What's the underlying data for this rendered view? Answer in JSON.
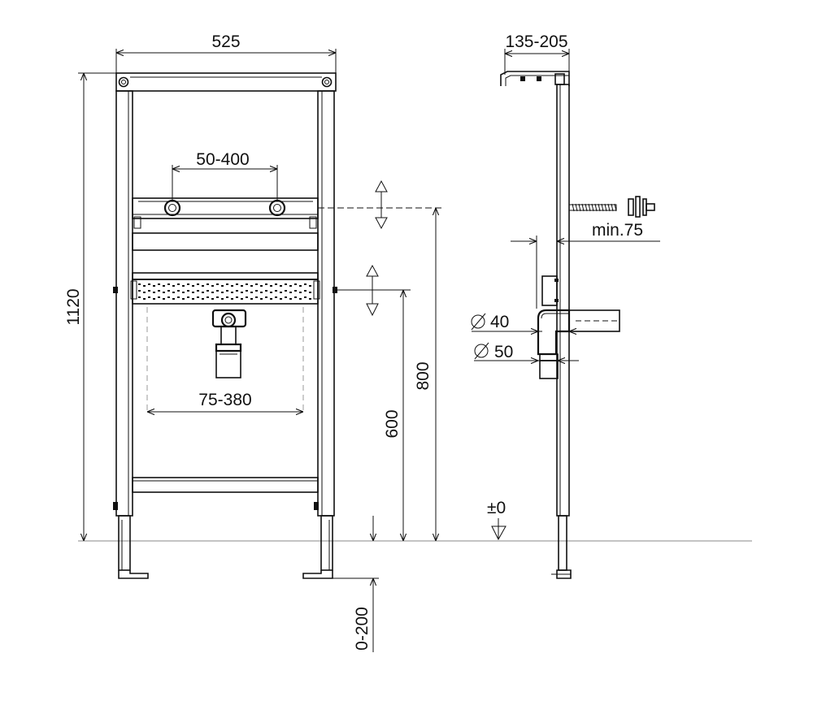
{
  "drawing": {
    "front_view": {
      "width_dim": "525",
      "height_dim": "1120",
      "upper_spacing_dim": "50-400",
      "lower_spacing_dim": "75-380",
      "upper_rail_height_dim": "800",
      "lower_rail_height_dim": "600",
      "foot_adjust_dim": "0-200"
    },
    "side_view": {
      "depth_dim": "135-205",
      "min_dim": "min.75",
      "dia_40": "40",
      "dia_50": "50",
      "floor_level_label": "±0"
    },
    "colors": {
      "line": "#111111",
      "floor": "#888888",
      "background": "#ffffff"
    }
  }
}
